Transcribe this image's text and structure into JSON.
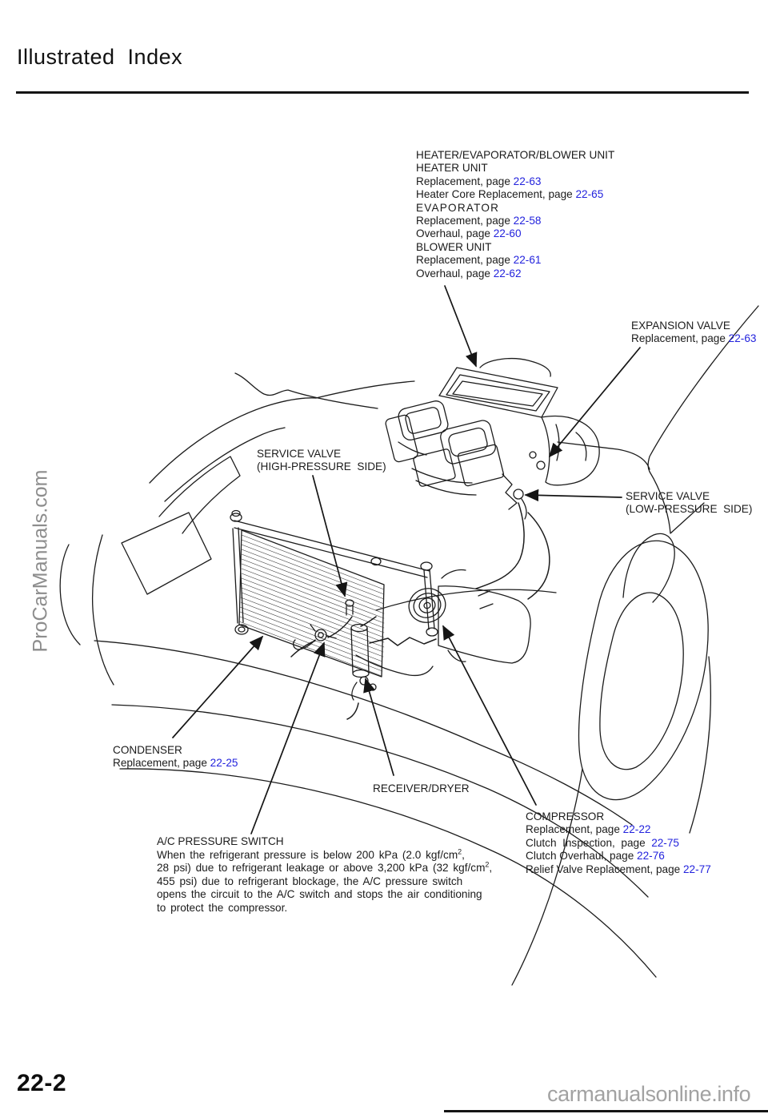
{
  "header": {
    "title": "Illustrated  Index"
  },
  "footer": {
    "page_number": "22-2",
    "watermark": "carmanualsonline.info"
  },
  "side_watermark": "ProCarManuals.com",
  "colors": {
    "link": "#2323dd",
    "line_art": "#151515",
    "watermark_gray": "#8d8d8d"
  },
  "labels": {
    "heater_unit": {
      "lines": [
        {
          "text": "HEATER/EVAPORATOR/BLOWER UNIT"
        },
        {
          "text": "HEATER UNIT"
        },
        {
          "text": "Replacement, page ",
          "link": "22-63"
        },
        {
          "text": "Heater Core Replacement, page ",
          "link": "22-65"
        },
        {
          "text": "EVAPORATOR",
          "wide": true
        },
        {
          "text": "Replacement, page ",
          "link": "22-58"
        },
        {
          "text": "Overhaul, page ",
          "link": "22-60"
        },
        {
          "text": "BLOWER UNIT"
        },
        {
          "text": "Replacement, page ",
          "link": "22-61"
        },
        {
          "text": "Overhaul, page ",
          "link": "22-62"
        }
      ]
    },
    "expansion_valve": {
      "lines": [
        {
          "text": "EXPANSION VALVE"
        },
        {
          "text": "Replacement, page ",
          "link": "22-63"
        }
      ]
    },
    "service_valve_high": {
      "lines": [
        {
          "text": "SERVICE VALVE"
        },
        {
          "text": "(HIGH-PRESSURE  SIDE)"
        }
      ]
    },
    "service_valve_low": {
      "lines": [
        {
          "text": "SERVICE VALVE"
        },
        {
          "text": "(LOW-PRESSURE  SIDE)"
        }
      ]
    },
    "condenser": {
      "lines": [
        {
          "text": "CONDENSER"
        },
        {
          "text": "Replacement, page ",
          "link": "22-25"
        }
      ]
    },
    "receiver_dryer": {
      "lines": [
        {
          "text": "RECEIVER/DRYER"
        }
      ]
    },
    "compressor": {
      "lines": [
        {
          "text": "COMPRESSOR"
        },
        {
          "text": "Replacement, page ",
          "link": "22-22"
        },
        {
          "text": "Clutch  Inspection,  page  ",
          "link": "22-75"
        },
        {
          "text": "Clutch Overhaul, page ",
          "link": "22-76"
        },
        {
          "text": "Relief Valve Replacement, page ",
          "link": "22-77"
        }
      ]
    },
    "ac_pressure_switch": {
      "title": "A/C PRESSURE SWITCH",
      "paragraph": [
        [
          "When the refrigerant pressure is below 200 kPa (2.0 kgf/cm",
          "2",
          ","
        ],
        [
          "28 psi) due to refrigerant leakage or above 3,200 kPa (32 kgf/cm",
          "2",
          ","
        ],
        [
          "455 psi) due to refrigerant blockage, the A/C pressure switch",
          "",
          ""
        ],
        [
          "opens the circuit to the A/C switch and stops the air conditioning",
          "",
          ""
        ],
        [
          "to protect the compressor.",
          "",
          ""
        ]
      ]
    }
  }
}
